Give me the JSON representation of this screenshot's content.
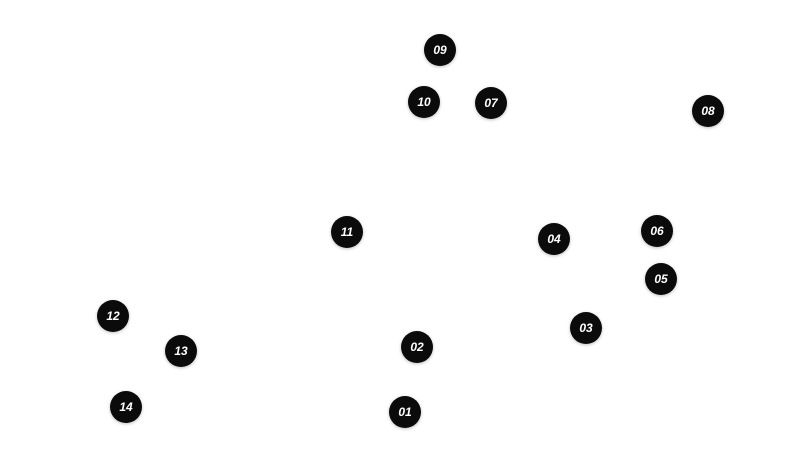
{
  "markers": [
    {
      "label": "01"
    },
    {
      "label": "02"
    },
    {
      "label": "03"
    },
    {
      "label": "04"
    },
    {
      "label": "05"
    },
    {
      "label": "06"
    },
    {
      "label": "07"
    },
    {
      "label": "08"
    },
    {
      "label": "09"
    },
    {
      "label": "10"
    },
    {
      "label": "11"
    },
    {
      "label": "12"
    },
    {
      "label": "13"
    },
    {
      "label": "14"
    }
  ],
  "colors": {
    "marker": "#0b0b0b",
    "text": "#ffffff",
    "background": "#ffffff"
  }
}
